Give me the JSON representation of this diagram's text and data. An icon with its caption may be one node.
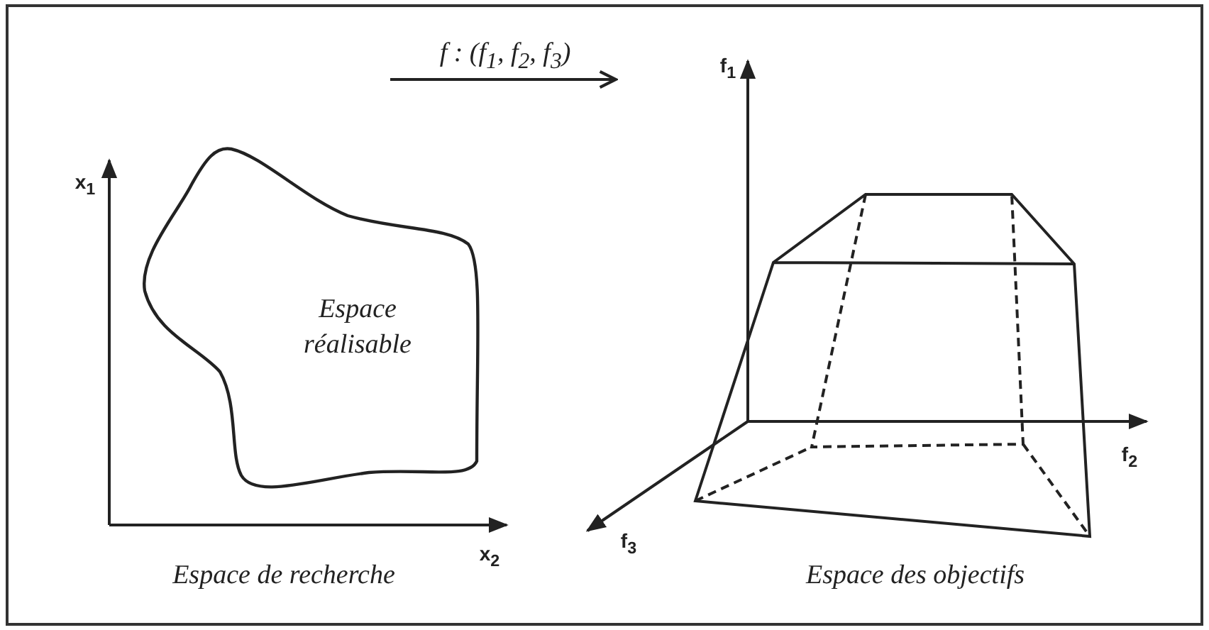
{
  "diagram": {
    "nodes": [
      {
        "text": [
          "Espace réalisable"
        ]
      }
    ],
    "labels": [
      "f : (f$_{1}$, f$_{2}$, f$_{3}$)",
      "x$_{1}$",
      "x$_{2}$",
      "Espace de recherche",
      "f$_{1}$",
      "f$_{2}$",
      "f$_{3}$",
      "Espace des objectifs"
    ]
  }
}
